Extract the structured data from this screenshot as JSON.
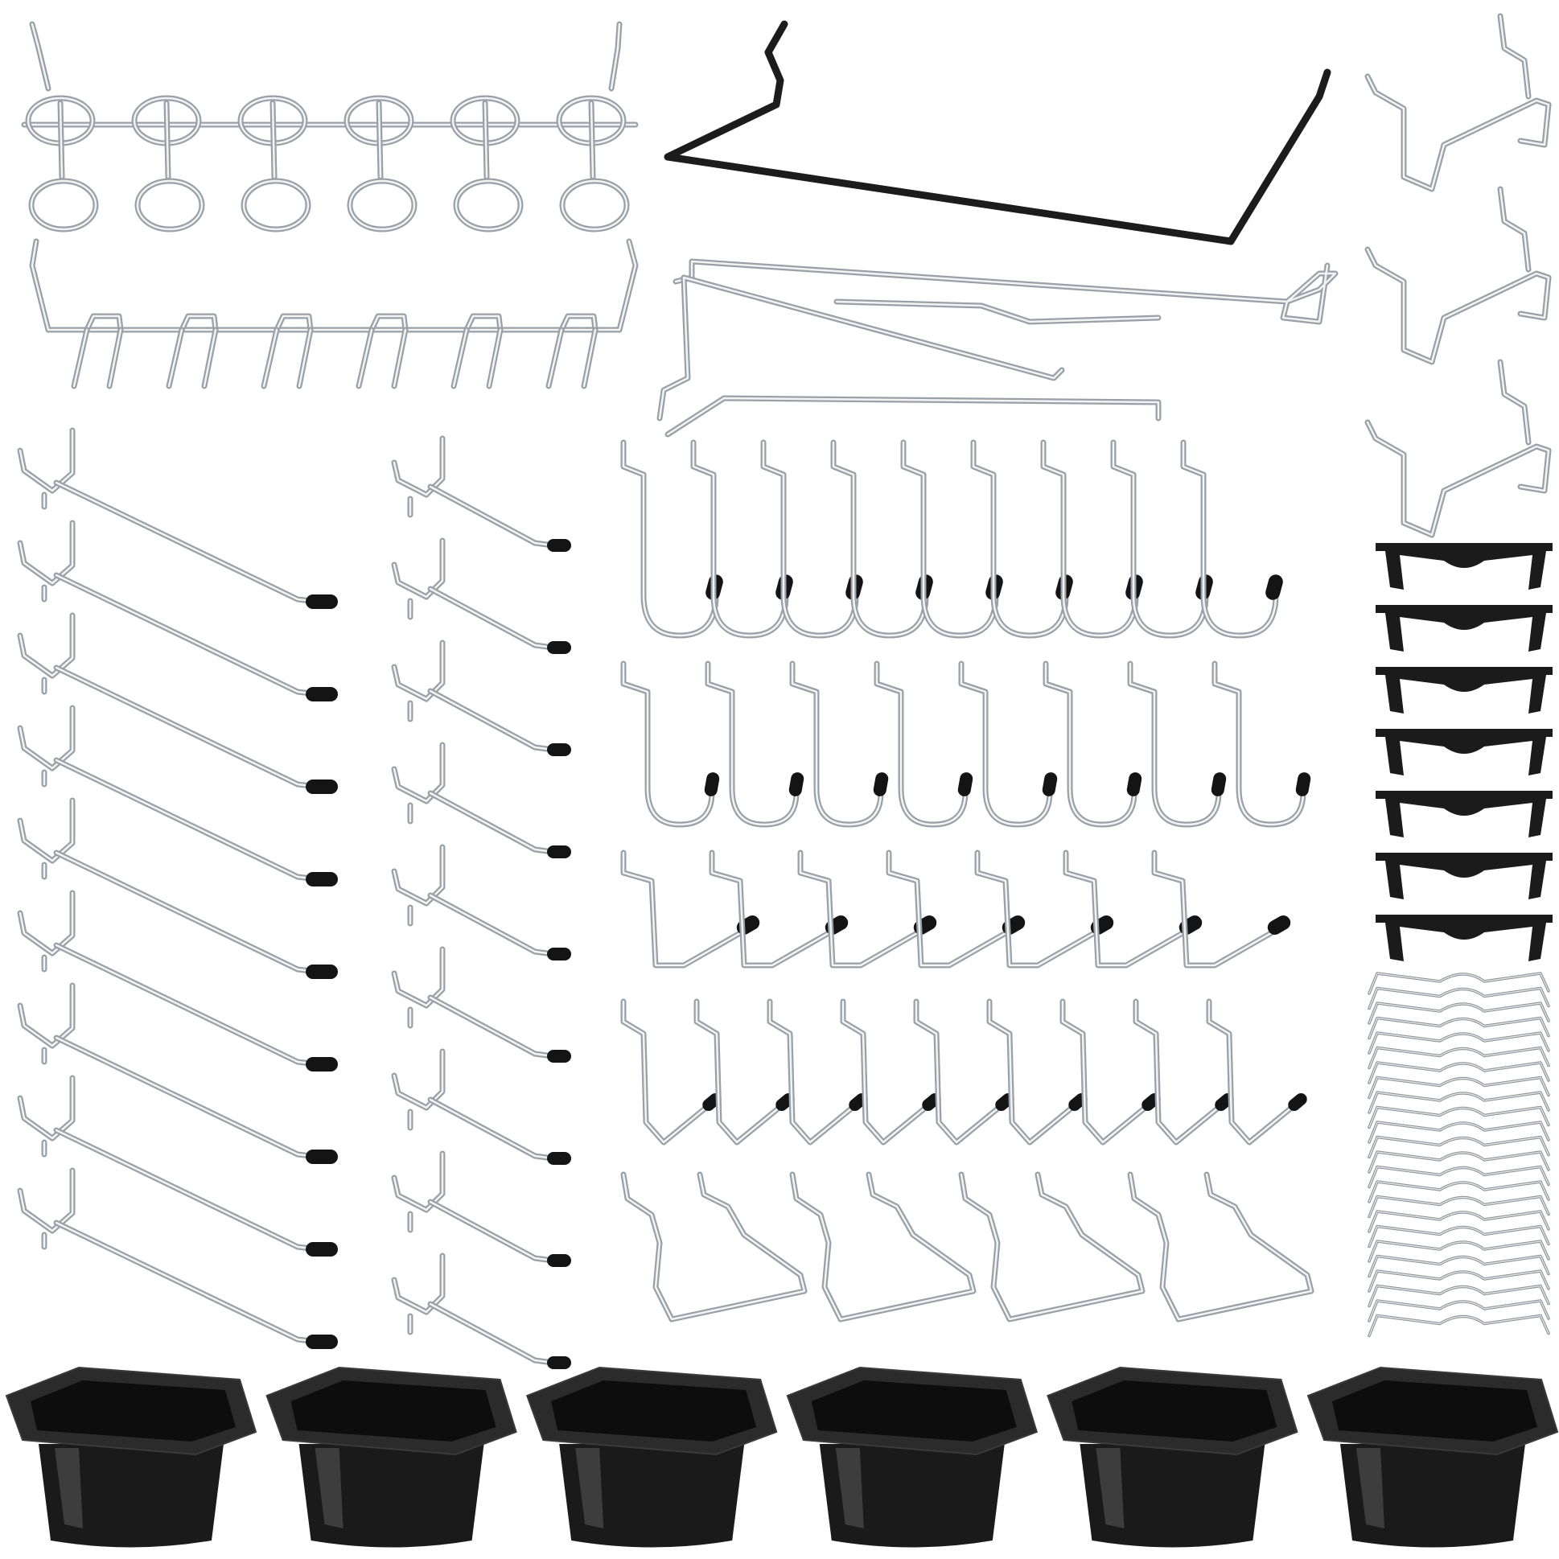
{
  "image": {
    "subject": "pegboard-accessory-kit",
    "background": "#ffffff",
    "colors": {
      "metal": "#9aa0a6",
      "metal_highlight": "#f2f3f5",
      "rubber_tip": "#141414",
      "bin": "#1a1a1a"
    }
  },
  "components": {
    "ring_hook_rack_rings": 6,
    "multi_prong_rack_pairs": 6,
    "long_straight_hooks": 9,
    "short_straight_hooks": 9,
    "j_hooks_large": 9,
    "j_hooks_medium": 8,
    "l_hooks_tipped": 7,
    "angled_hooks": 9,
    "u_brackets": 4,
    "side_brackets": 3,
    "plastic_locking_clips": 7,
    "wire_locking_clips": 24,
    "storage_bins": 6
  }
}
